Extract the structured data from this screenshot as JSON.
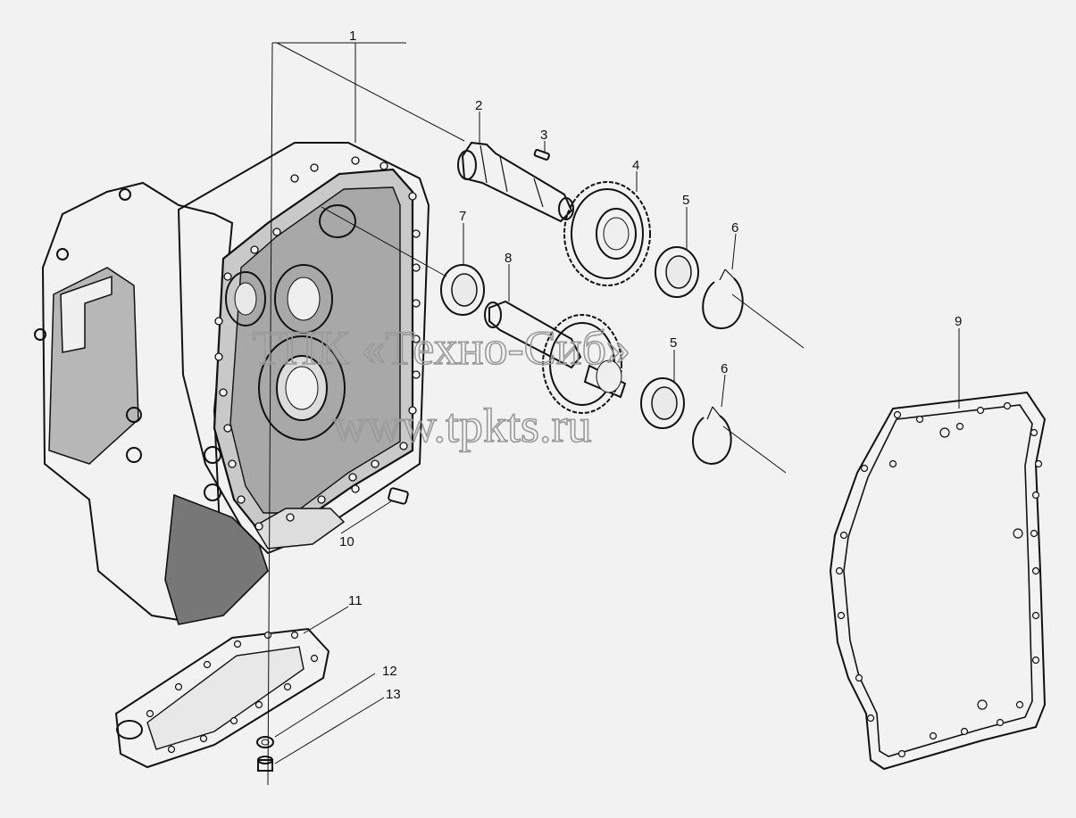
{
  "diagram": {
    "callouts": [
      {
        "id": "c1",
        "text": "1"
      },
      {
        "id": "c2",
        "text": "2"
      },
      {
        "id": "c3",
        "text": "3"
      },
      {
        "id": "c4",
        "text": "4"
      },
      {
        "id": "c5a",
        "text": "5"
      },
      {
        "id": "c5b",
        "text": "5"
      },
      {
        "id": "c6a",
        "text": "6"
      },
      {
        "id": "c6b",
        "text": "6"
      },
      {
        "id": "c7",
        "text": "7"
      },
      {
        "id": "c8",
        "text": "8"
      },
      {
        "id": "c9",
        "text": "9"
      },
      {
        "id": "c10",
        "text": "10"
      },
      {
        "id": "c11",
        "text": "11"
      },
      {
        "id": "c12",
        "text": "12"
      },
      {
        "id": "c13",
        "text": "13"
      }
    ],
    "watermark": {
      "line1": "ТПК «Техно-Сиб»",
      "line2": "www.tpkts.ru"
    }
  }
}
